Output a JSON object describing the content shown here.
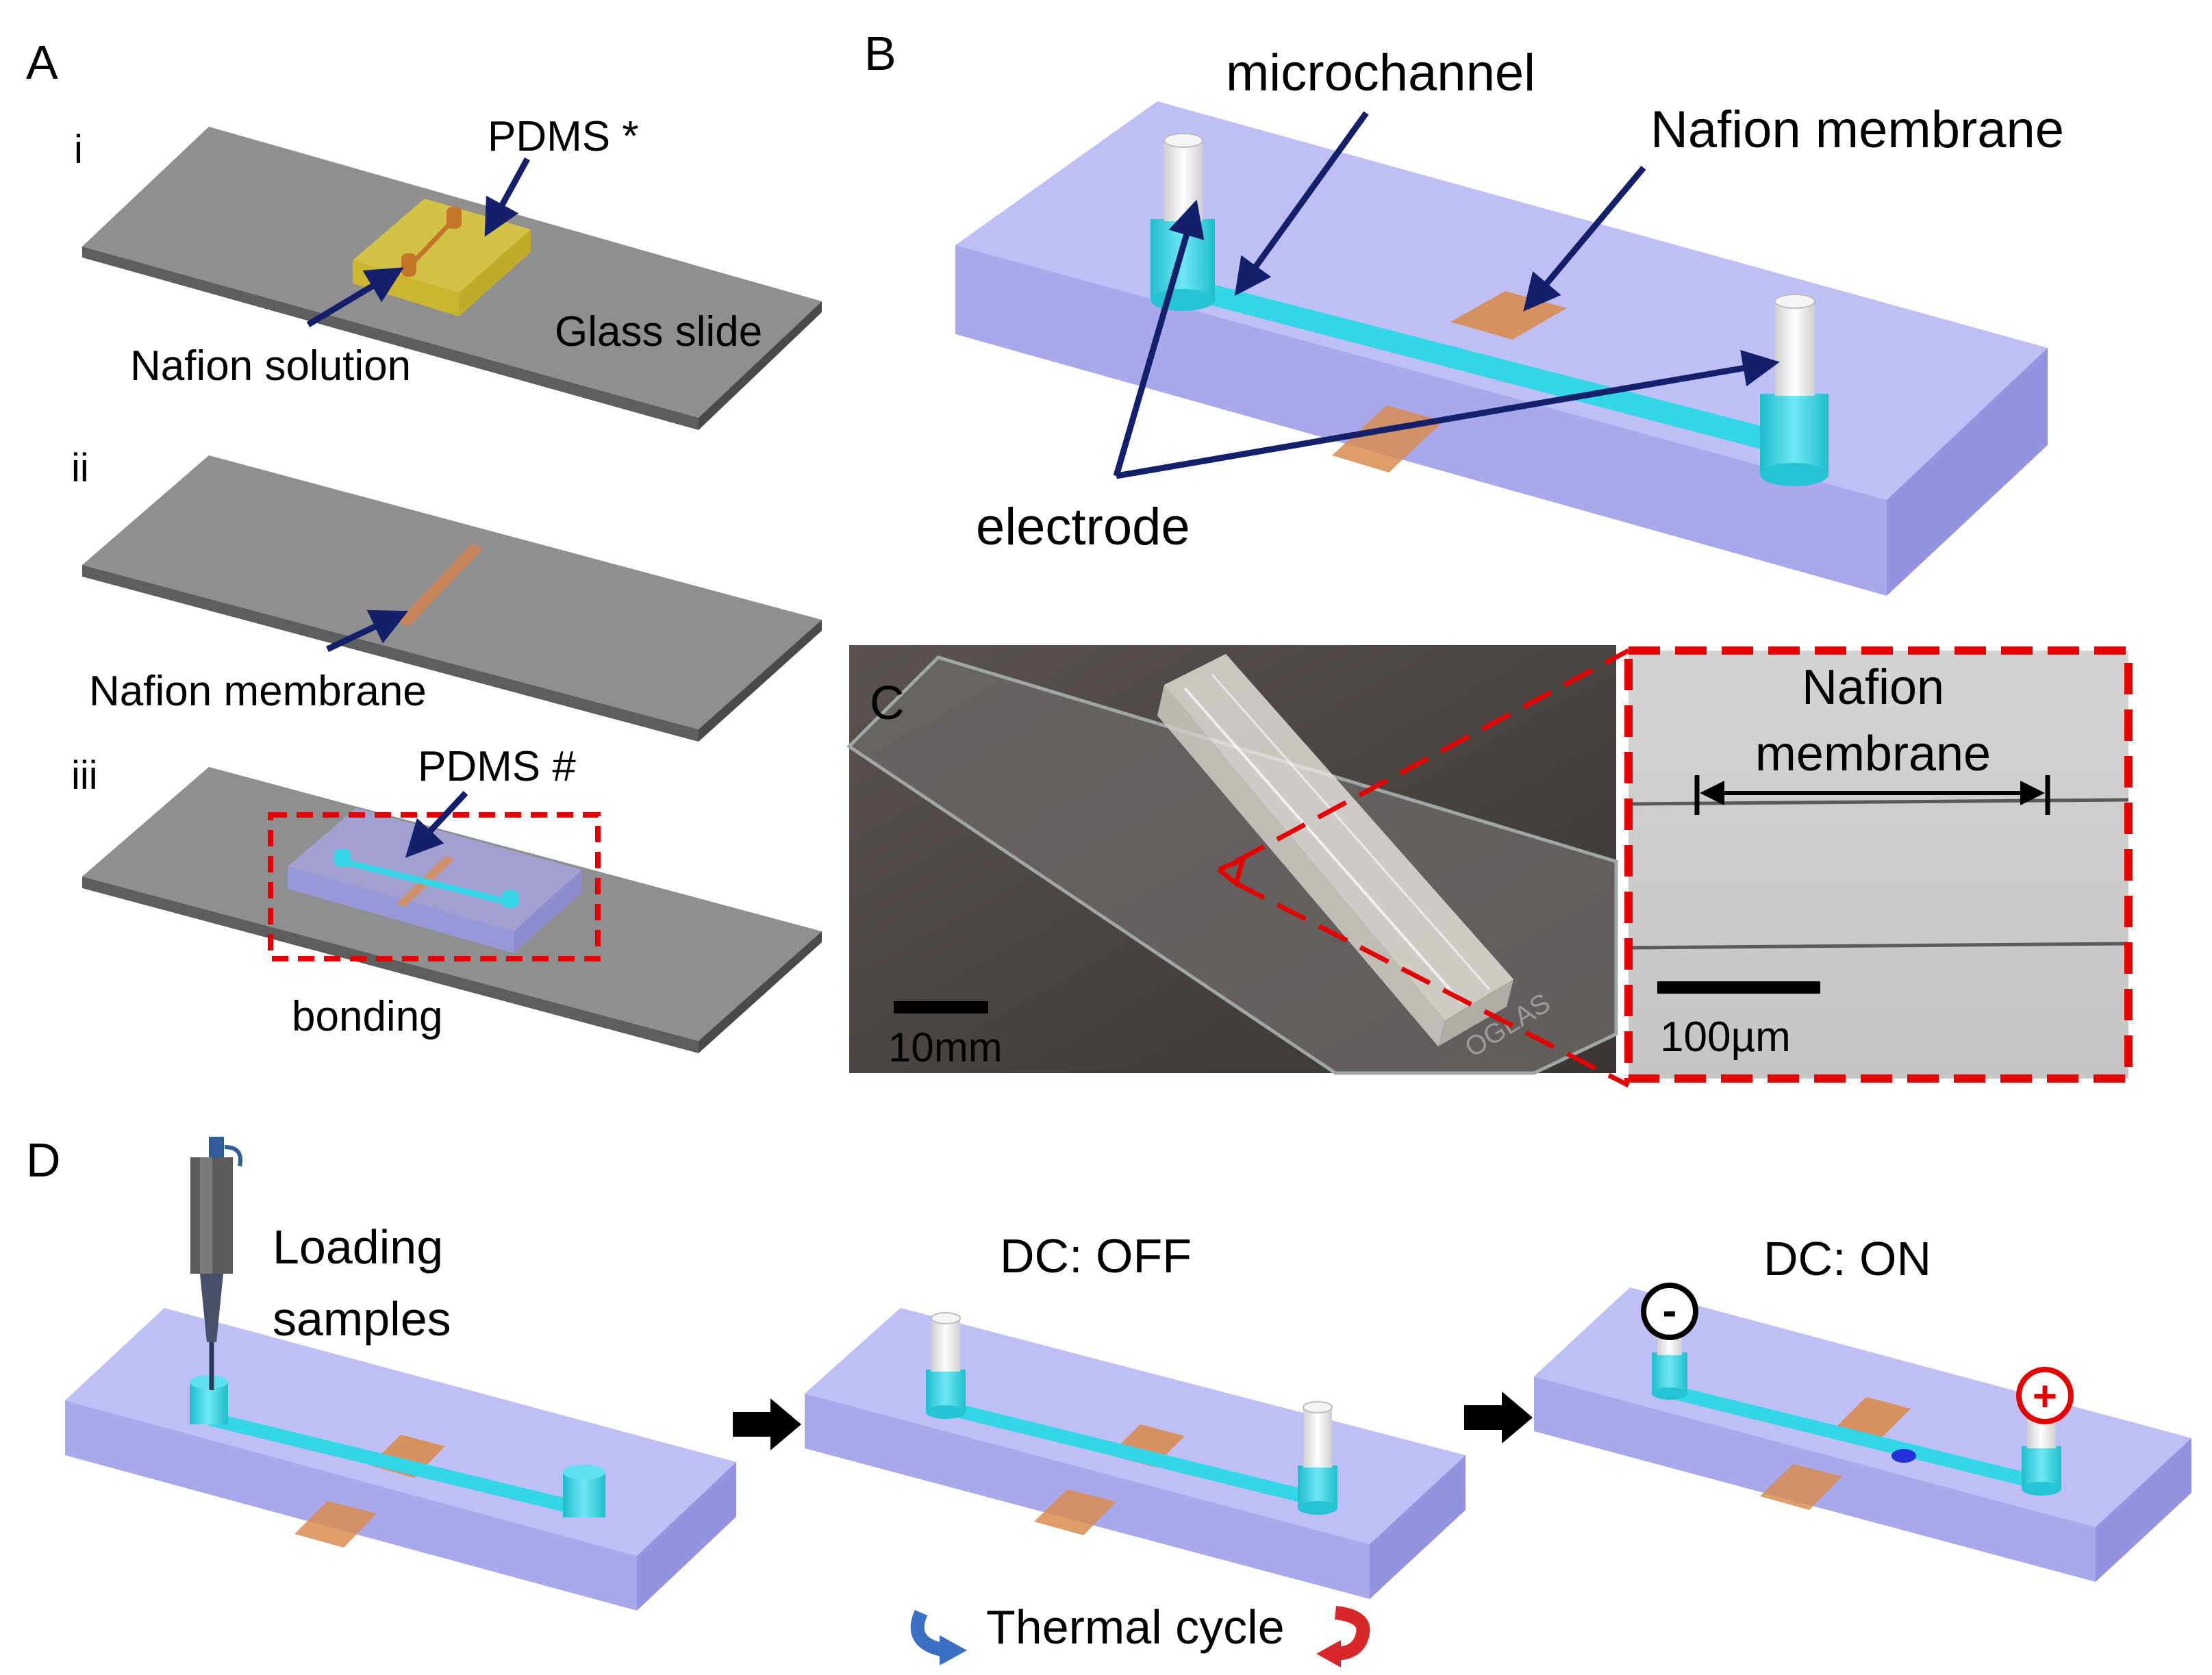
{
  "panel_a": {
    "letter": "A",
    "steps": [
      "i",
      "ii",
      "iii"
    ],
    "label_pdms_star": "PDMS *",
    "label_nafion_solution": "Nafion solution",
    "label_glass_slide": "Glass slide",
    "label_nafion_membrane": "Nafion membrane",
    "label_pdms_hash": "PDMS #",
    "label_bonding": "bonding"
  },
  "panel_b": {
    "letter": "B",
    "label_microchannel": "microchannel",
    "label_nafion_membrane": "Nafion membrane",
    "label_electrode": "electrode"
  },
  "panel_c": {
    "letter": "C",
    "scale_photo": "10mm",
    "inset_title_line1": "Nafion",
    "inset_title_line2": "membrane",
    "scale_inset": "100µm",
    "slide_print": "OGLAS"
  },
  "panel_d": {
    "letter": "D",
    "step1_line1": "Loading",
    "step1_line2": "samples",
    "step2": "DC: OFF",
    "step3": "DC: ON",
    "thermal": "Thermal cycle",
    "minus": "-",
    "plus": "+"
  },
  "colors": {
    "glass": "#8c8c8c",
    "pdms_yellow": "#e8d32c",
    "channel": "#33d6e6",
    "membrane": "#d98c50",
    "chip": "#aaa9f2",
    "arrow": "#14206b",
    "dash": "#e60000"
  }
}
